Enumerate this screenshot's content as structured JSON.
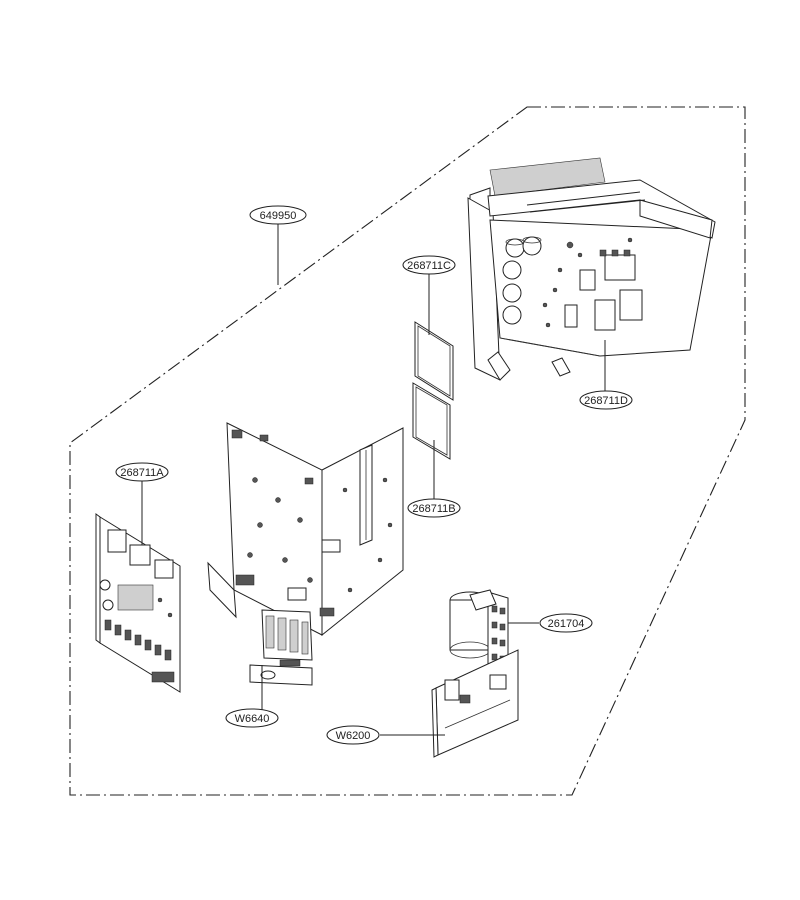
{
  "part_labels": {
    "assembly": "649950",
    "board_c": "268711C",
    "board_d": "268711D",
    "board_b": "268711B",
    "board_a": "268711A",
    "part_261704": "261704",
    "harness_w6640": "W6640",
    "harness_w6200": "W6200"
  },
  "colors": {
    "line": "#222222",
    "background": "#ffffff"
  }
}
